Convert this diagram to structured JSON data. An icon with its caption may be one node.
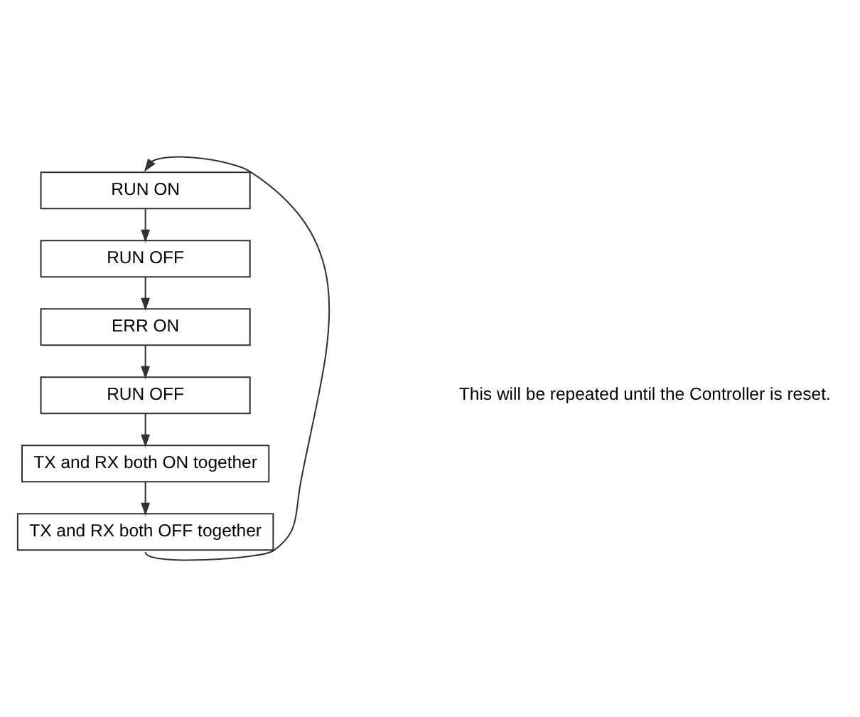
{
  "diagram": {
    "nodes": [
      {
        "text": [
          "RUN ON"
        ]
      },
      {
        "text": [
          "RUN OFF"
        ]
      },
      {
        "text": [
          "ERR ON"
        ]
      },
      {
        "text": [
          "RUN OFF"
        ]
      },
      {
        "text": [
          "TX and RX both ON together"
        ]
      },
      {
        "text": [
          "TX and RX both OFF together"
        ]
      }
    ],
    "edges": [
      {
        "from": 0,
        "to": 1,
        "arrow": "to"
      },
      {
        "from": 1,
        "to": 2,
        "arrow": "to"
      },
      {
        "from": 2,
        "to": 3,
        "arrow": "to"
      },
      {
        "from": 3,
        "to": 4,
        "arrow": "to"
      },
      {
        "from": 4,
        "to": 5,
        "arrow": "to"
      },
      {
        "from": 5,
        "to": 0,
        "arrow": "to"
      }
    ],
    "labels": [
      "This will be repeated until the Controller is reset."
    ]
  }
}
